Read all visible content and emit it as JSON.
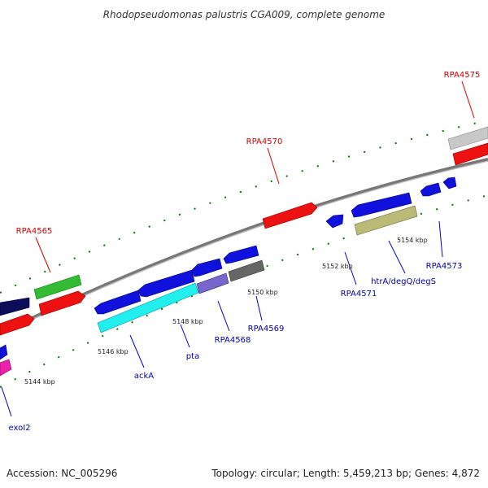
{
  "title": "Rhodopseudomonas palustris CGA009, complete genome",
  "footer": {
    "accession": "Accession: NC_005296",
    "summary": "Topology: circular; Length: 5,459,213 bp; Genes: 4,872"
  },
  "position_labels": [
    "5144 kbp",
    "5146 kbp",
    "5148 kbp",
    "5150 kbp",
    "5152 kbp",
    "5154 kbp"
  ],
  "forward_labels": [
    "RPA4565",
    "RPA4570",
    "RPA4575"
  ],
  "reverse_labels": [
    "exoI2",
    "ackA",
    "pta",
    "RPA4568",
    "RPA4569",
    "RPA4571",
    "htrA/degQ/degS",
    "RPA4573"
  ],
  "colors": {
    "forward_label": "#cc0000",
    "reverse_label": "#0000aa",
    "backbone": "#888888",
    "tick": "#007700"
  }
}
